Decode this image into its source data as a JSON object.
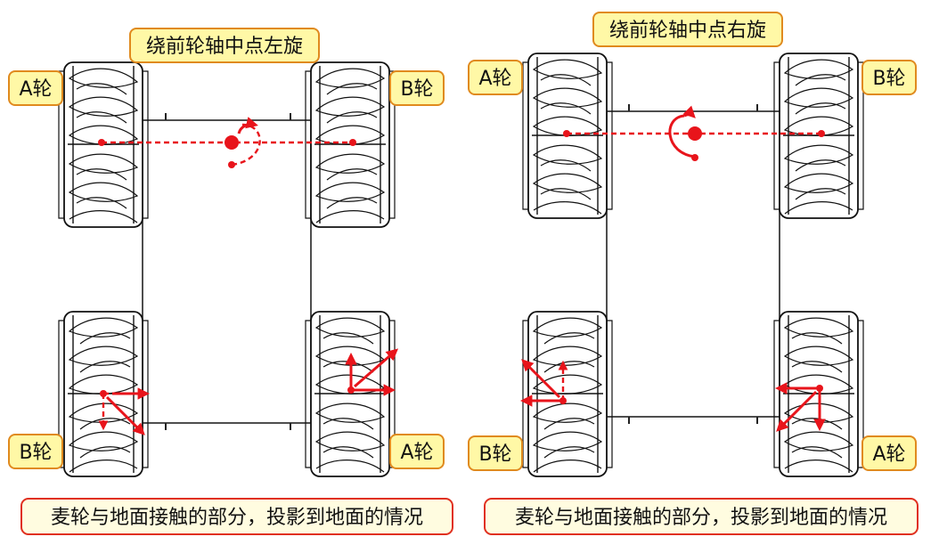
{
  "panels": [
    {
      "title": "绕前轮轴中点左旋",
      "caption": "麦轮与地面接触的部分，投影到地面的情况",
      "wheel_labels": {
        "front_left": "A轮",
        "front_right": "B轮",
        "rear_left": "B轮",
        "rear_right": "A轮"
      }
    },
    {
      "title": "绕前轮轴中点右旋",
      "caption": "麦轮与地面接触的部分，投影到地面的情况",
      "wheel_labels": {
        "front_left": "A轮",
        "front_right": "B轮",
        "rear_left": "B轮",
        "rear_right": "A轮"
      }
    }
  ],
  "colors": {
    "arrow": "#e8141b",
    "label_fill": "#fff8a6",
    "label_border": "#e08a1e",
    "caption_border": "#e03020"
  },
  "icons": {
    "rotation": "curved-rotation-arrow-icon",
    "velocity": "vector-arrow-icon"
  }
}
